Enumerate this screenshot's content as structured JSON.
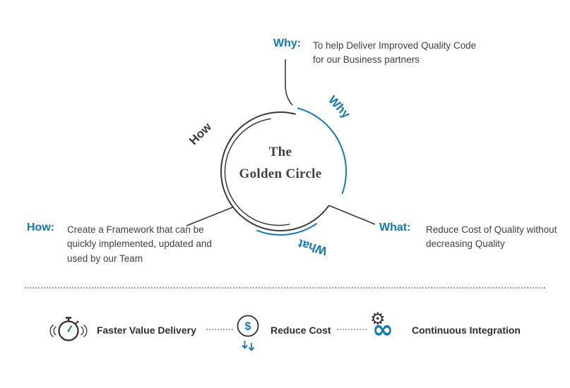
{
  "colors": {
    "accent_blue": "#1478b2",
    "text_dark": "#3a3a3a"
  },
  "diagram": {
    "center": {
      "line1": "The",
      "line2": "Golden Circle"
    },
    "arc_labels": {
      "how": "How",
      "why": "Why",
      "what": "What"
    },
    "callouts": {
      "why": {
        "label": "Why:",
        "text": "To help Deliver Improved Quality Code for our Business partners"
      },
      "how": {
        "label": "How:",
        "text": "Create a Framework that can be quickly implemented, updated and used by our Team"
      },
      "what": {
        "label": "What:",
        "text": "Reduce Cost of Quality without decreasing Quality"
      }
    }
  },
  "footer": {
    "items": [
      {
        "icon": "stopwatch-icon",
        "label": "Faster Value Delivery"
      },
      {
        "icon": "dollar-decrease-icon",
        "label": "Reduce Cost"
      },
      {
        "icon": "gear-infinity-icon",
        "label": "Continuous Integration"
      }
    ],
    "dollar_symbol": "$",
    "glyphs": {
      "gear": "⚙",
      "infinity": "∞"
    }
  }
}
